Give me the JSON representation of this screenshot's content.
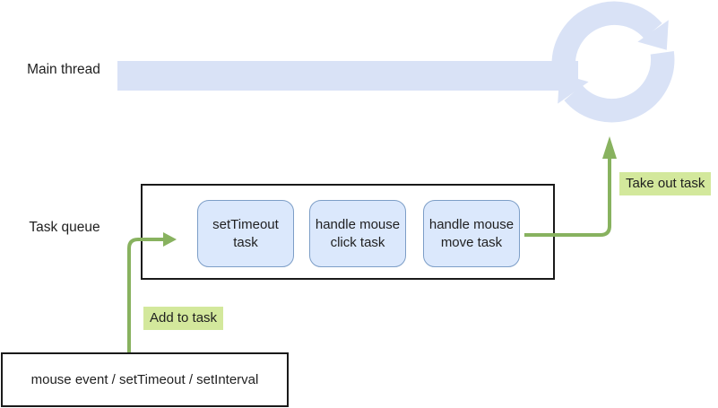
{
  "labels": {
    "main_thread": "Main thread",
    "task_queue": "Task queue"
  },
  "queue": {
    "tasks": [
      "setTimeout task",
      "handle mouse click task",
      "handle mouse move task"
    ]
  },
  "arrows": {
    "add_label": "Add to task",
    "take_out_label": "Take out task"
  },
  "source_box": "mouse event / setTimeout / setInterval",
  "icons": {
    "loop": "event-loop-sync-icon"
  },
  "colors": {
    "bar_blue": "#d9e2f6",
    "box_fill": "#dbe8fc",
    "box_border": "#7d9ec7",
    "green": "#88b25f",
    "highlight": "#d3e89c",
    "line_dark": "#1a1a1a",
    "text": "#1f1f1f"
  }
}
